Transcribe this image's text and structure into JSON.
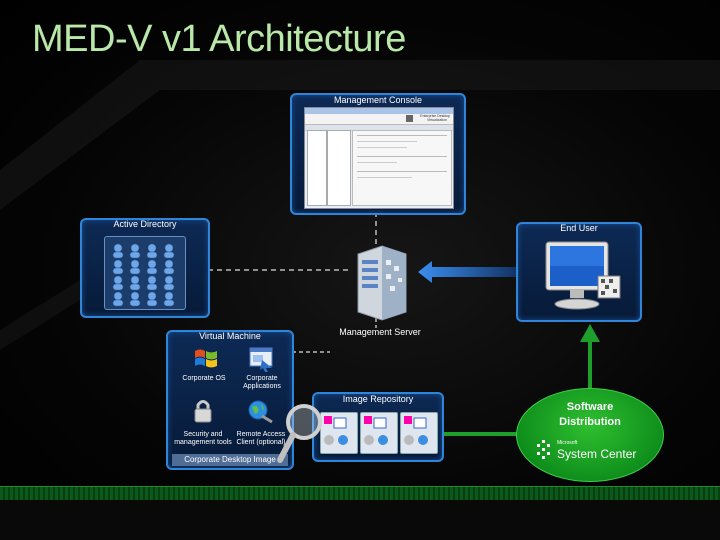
{
  "title": "MED-V v1 Architecture",
  "management_console": {
    "label": "Management Console",
    "window_text": [
      "Enterprise Desktop",
      "Virtualization"
    ]
  },
  "active_directory": {
    "label": "Active Directory"
  },
  "end_user": {
    "label": "End User"
  },
  "management_server": {
    "label": "Management Server"
  },
  "virtual_machine": {
    "label": "Virtual Machine",
    "items": [
      {
        "label": "Corporate OS",
        "icon": "windows-logo-icon"
      },
      {
        "label": "Corporate Applications",
        "icon": "application-window-icon"
      },
      {
        "label": "Security and management tools",
        "icon": "padlock-icon"
      },
      {
        "label": "Remote Access Client (optional)",
        "icon": "network-globe-icon"
      }
    ],
    "footer": "Corporate Desktop Image"
  },
  "image_repository": {
    "label": "Image Repository"
  },
  "software_distribution": {
    "label_line1": "Software",
    "label_line2": "Distribution",
    "brand_small": "Microsoft",
    "brand": "System Center"
  },
  "colors": {
    "title": "#b9e8a8",
    "panel_border": "#2f86d8",
    "panel_fill": "#0d2a55",
    "green": "#1e9e2a",
    "arrow_blue": "#2f7fd8"
  }
}
